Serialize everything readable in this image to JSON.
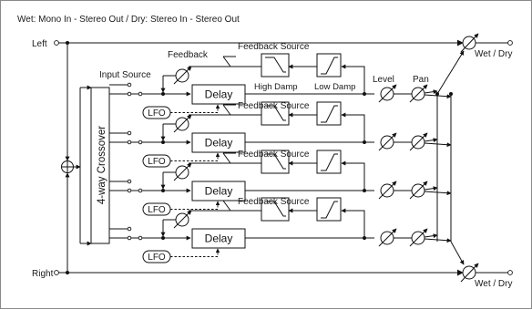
{
  "header": {
    "title": "Wet: Mono In - Stereo Out  /  Dry: Stereo In - Stereo Out"
  },
  "io": {
    "left": "Left",
    "right": "Right",
    "wet_dry_top": "Wet / Dry",
    "wet_dry_bottom": "Wet / Dry"
  },
  "crossover": {
    "label": "4-way Crossover"
  },
  "labels": {
    "input_source": "Input Source",
    "feedback": "Feedback",
    "level": "Level",
    "pan": "Pan",
    "high_damp": "High Damp",
    "low_damp": "Low Damp"
  },
  "bands": [
    {
      "delay": "Delay",
      "lfo": "LFO",
      "feedback_source": "Feedback Source"
    },
    {
      "delay": "Delay",
      "lfo": "LFO",
      "feedback_source": "Feedback Source"
    },
    {
      "delay": "Delay",
      "lfo": "LFO",
      "feedback_source": "Feedback Source"
    },
    {
      "delay": "Delay",
      "lfo": "LFO",
      "feedback_source": "Feedback Source"
    }
  ]
}
